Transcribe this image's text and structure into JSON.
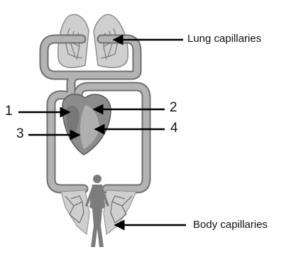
{
  "labels": {
    "lung": "Lung capillaries",
    "body": "Body capillaries",
    "n1": "1",
    "n2": "2",
    "n3": "3",
    "n4": "4"
  },
  "colors": {
    "vessel": "#9a9a9a",
    "vessel_outline": "#6f6f6f",
    "lung_fill": "#c8c8c8",
    "heart_fill": "#8a8a8a",
    "arrow": "#000000"
  }
}
